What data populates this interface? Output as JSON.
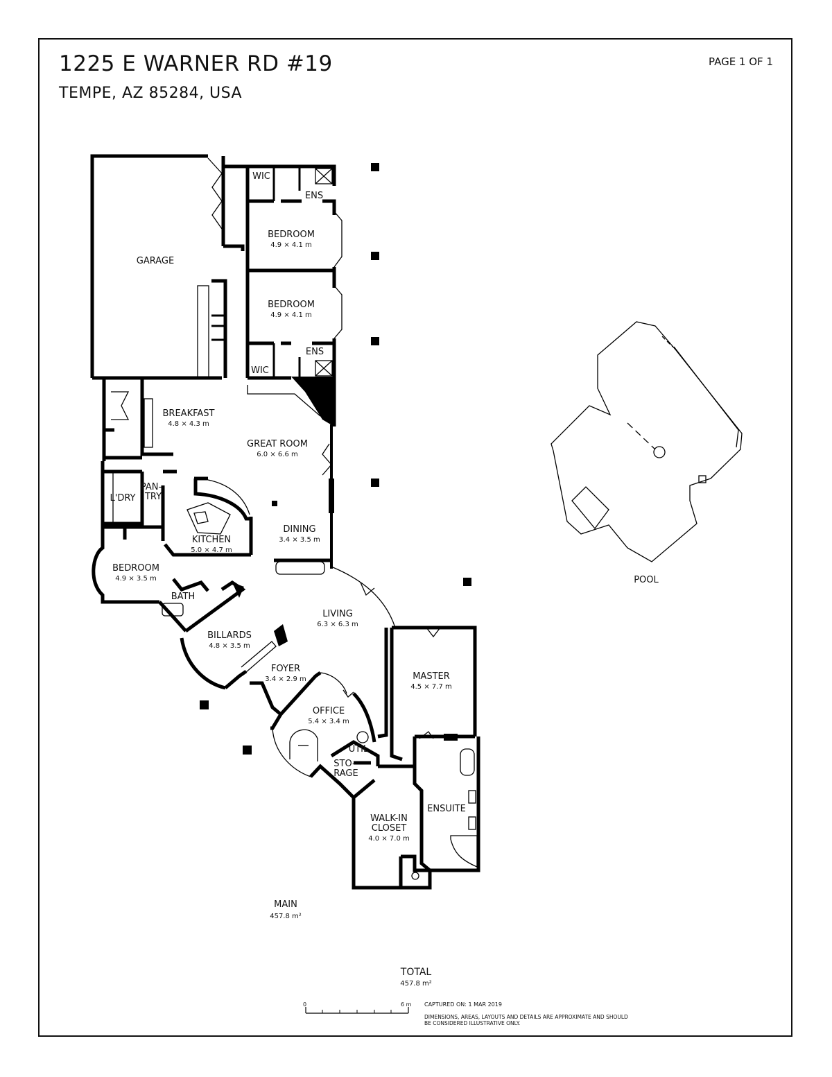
{
  "header": {
    "address": "1225 E WARNER RD #19",
    "city": "TEMPE, AZ 85284, USA",
    "page": "PAGE 1 OF 1"
  },
  "rooms": {
    "garage": {
      "name": "GARAGE"
    },
    "wic_top": {
      "name": "WIC"
    },
    "ens_top": {
      "name": "ENS"
    },
    "bedroom_1": {
      "name": "BEDROOM",
      "dims": "4.9 × 4.1 m"
    },
    "bedroom_2": {
      "name": "BEDROOM",
      "dims": "4.9 × 4.1 m"
    },
    "wic_bottom": {
      "name": "WIC"
    },
    "ens_bottom": {
      "name": "ENS"
    },
    "breakfast": {
      "name": "BREAKFAST",
      "dims": "4.8 × 4.3 m"
    },
    "great_room": {
      "name": "GREAT ROOM",
      "dims": "6.0 × 6.6 m"
    },
    "pantry_1": {
      "name": "PAN-"
    },
    "pantry_2": {
      "name": "TRY"
    },
    "laundry": {
      "name": "L'DRY"
    },
    "kitchen": {
      "name": "KITCHEN",
      "dims": "5.0 × 4.7 m"
    },
    "dining": {
      "name": "DINING",
      "dims": "3.4 × 3.5 m"
    },
    "bedroom_3": {
      "name": "BEDROOM",
      "dims": "4.9 × 3.5 m"
    },
    "bath": {
      "name": "BATH"
    },
    "living": {
      "name": "LIVING",
      "dims": "6.3 × 6.3 m"
    },
    "billards": {
      "name": "BILLARDS",
      "dims": "4.8 × 3.5 m"
    },
    "foyer": {
      "name": "FOYER",
      "dims": "3.4 × 2.9 m"
    },
    "master": {
      "name": "MASTER",
      "dims": "4.5 × 7.7 m"
    },
    "office": {
      "name": "OFFICE",
      "dims": "5.4 × 3.4 m"
    },
    "util": {
      "name": "UTIL"
    },
    "storage_1": {
      "name": "STO-"
    },
    "storage_2": {
      "name": "RAGE"
    },
    "ensuite": {
      "name": "ENSUITE"
    },
    "walkin": {
      "name": "WALK-IN",
      "name2": "CLOSET",
      "dims": "4.0 × 7.0 m"
    },
    "pool": {
      "name": "POOL"
    }
  },
  "floor": {
    "name": "MAIN",
    "area": "457.8 m²"
  },
  "total": {
    "label": "TOTAL",
    "area": "457.8 m²"
  },
  "scale": {
    "start": "0",
    "end": "6 m"
  },
  "footer": {
    "captured": "CAPTURED ON: 1 MAR 2019",
    "disclaimer": "DIMENSIONS, AREAS, LAYOUTS AND DETAILS ARE APPROXIMATE AND SHOULD BE CONSIDERED ILLUSTRATIVE ONLY."
  }
}
